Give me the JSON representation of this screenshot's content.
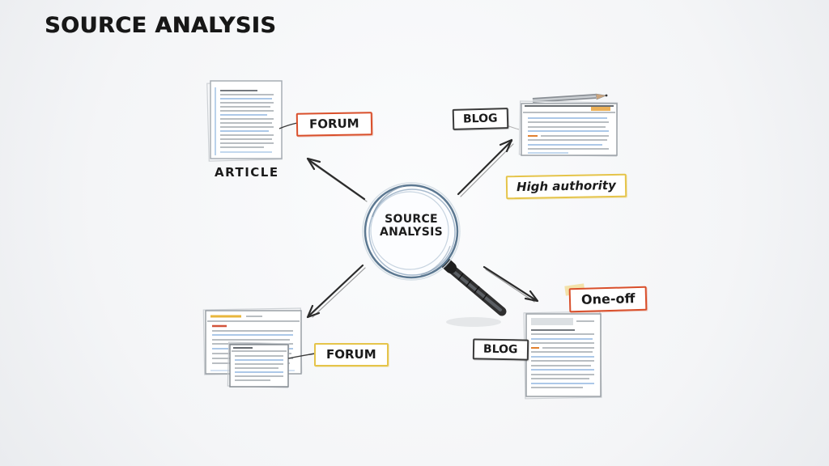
{
  "title": "SOURCE ANALYSIS",
  "center": {
    "line1": "SOURCE",
    "line2": "ANALYSIS"
  },
  "nodes": {
    "article_label": "ARTICLE",
    "forum_top": "FORUM",
    "blog_top": "BLOG",
    "high_authority": "High authority",
    "forum_bottom": "FORUM",
    "blog_bottom": "BLOG",
    "one_off": "One-off"
  },
  "colors": {
    "red_accent": "#d94f2b",
    "yellow_accent": "#e5c44a",
    "blue_accent": "#76a3d6",
    "ink": "#1b1b1b"
  }
}
